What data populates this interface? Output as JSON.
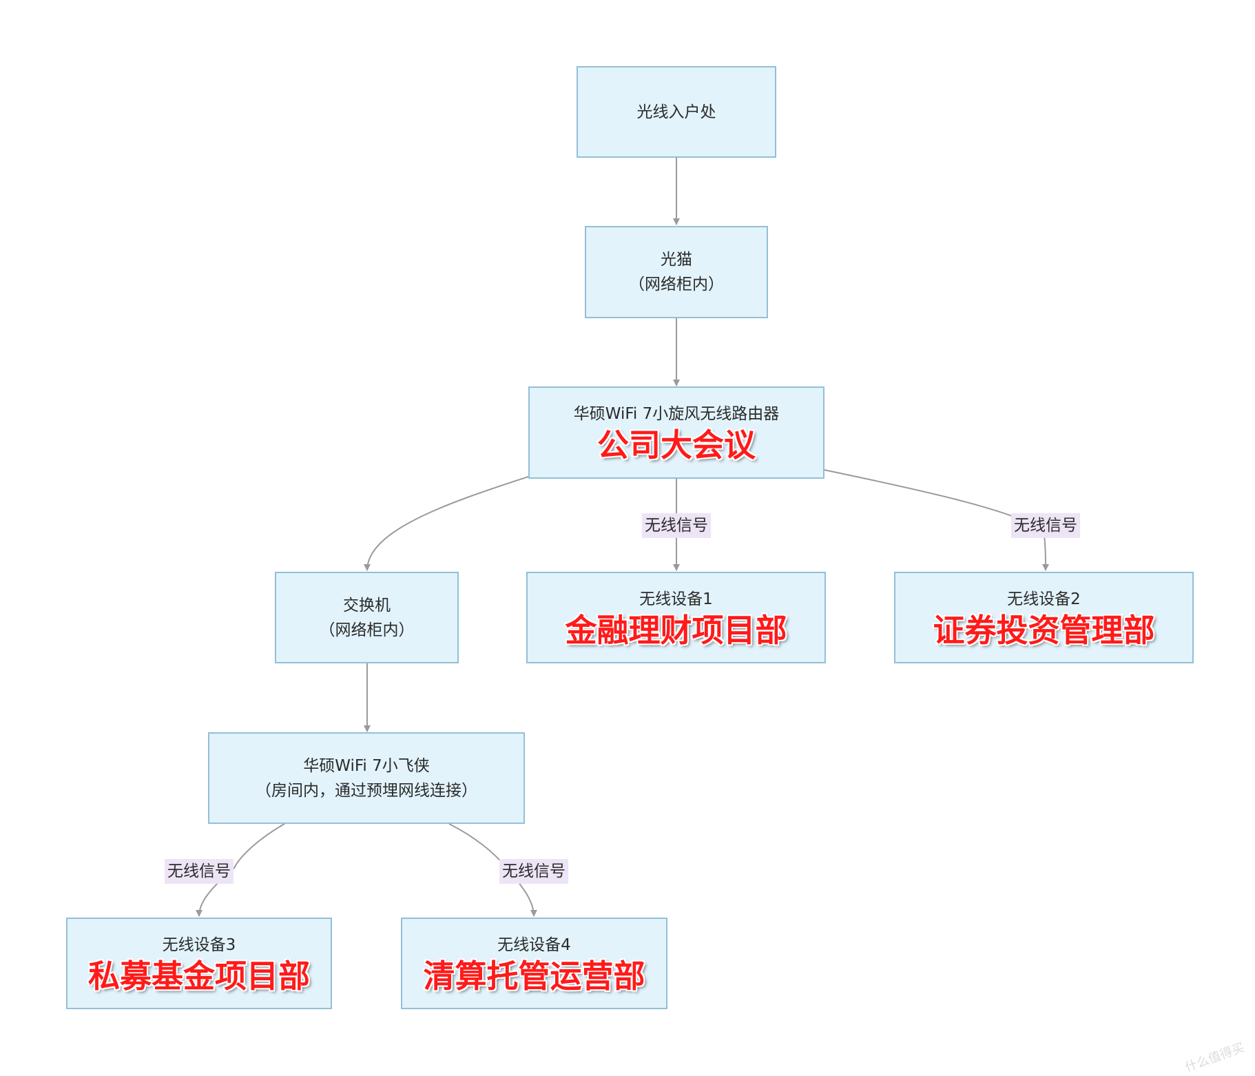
{
  "nodes": {
    "fiber_entry": {
      "line1": "光线入户处"
    },
    "optical_modem": {
      "line1": "光猫",
      "line2": "（网络柜内）"
    },
    "main_router": {
      "line1": "华硕WiFi 7小旋风无线路由器",
      "highlight": "公司大会议"
    },
    "switch": {
      "line1": "交换机",
      "line2": "（网络柜内）"
    },
    "device1": {
      "line1": "无线设备1",
      "highlight": "金融理财项目部"
    },
    "device2": {
      "line1": "无线设备2",
      "highlight": "证券投资管理部"
    },
    "sub_router": {
      "line1": "华硕WiFi 7小飞侠",
      "line2": "（房间内，通过预埋网线连接）"
    },
    "device3": {
      "line1": "无线设备3",
      "highlight": "私募基金项目部"
    },
    "device4": {
      "line1": "无线设备4",
      "highlight": "清算托管运营部"
    }
  },
  "edge_labels": {
    "router_to_device1": "无线信号",
    "router_to_device2": "无线信号",
    "sub_router_to_device3": "无线信号",
    "sub_router_to_device4": "无线信号"
  },
  "colors": {
    "node_fill": "#e2f3fb",
    "node_border": "#93bfd8",
    "edge": "#9a9a9a",
    "edge_label_bg": "#ede4f6",
    "highlight_text": "#ff1a1a"
  },
  "watermark": "什么值得买"
}
